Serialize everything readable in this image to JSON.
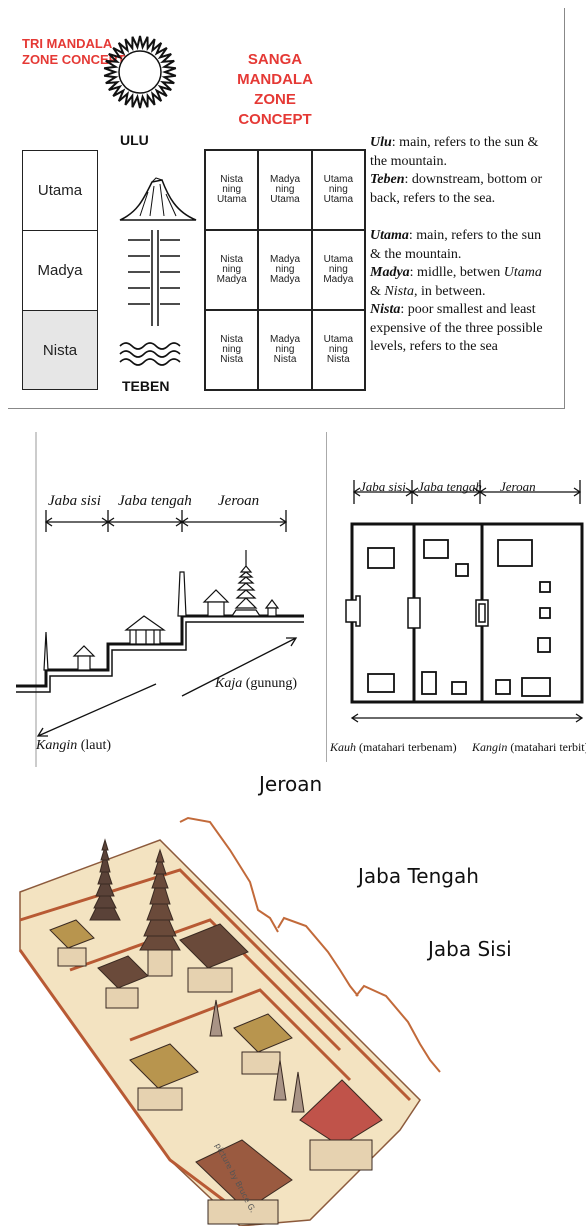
{
  "tri_mandala": {
    "title_line1": "TRI MANDALA",
    "title_line2": "ZONE CONCEPT",
    "zones": [
      "Utama",
      "Madya",
      "Nista"
    ],
    "ulu": "ULU",
    "teben": "TEBEN"
  },
  "sanga_mandala": {
    "title_line1": "SANGA MANDALA",
    "title_line2": "ZONE CONCEPT",
    "cells": [
      "Nista\nning\nUtama",
      "Madya\nning\nUtama",
      "Utama\nning\nUtama",
      "Nista\nning\nMadya",
      "Madya\nning\nMadya",
      "Utama\nning\nMadya",
      "Nista\nning\nNista",
      "Madya\nning\nNista",
      "Utama\nning\nNista"
    ]
  },
  "legend": {
    "ulu_term": "Ulu",
    "ulu_desc": ": main, refers to the sun &",
    "ulu_desc2": "the mountain.",
    "teben_term": "Teben",
    "teben_desc": ": downstream, bottom or",
    "teben_desc2": "back, refers to the sea.",
    "utama_term": "Utama",
    "utama_desc": ": main, refers to the sun",
    "utama_desc2": "& the mountain.",
    "madya_term": "Madya",
    "madya_desc": ": midlle, betwen ",
    "madya_utama": "Utama",
    "madya_amp": "& ",
    "madya_nista": "Nista",
    "madya_desc2": ", in between.",
    "nista_term": "Nista",
    "nista_desc": ": poor smallest and least",
    "nista_desc2": "expensive of the three possible",
    "nista_desc3": "levels, refers to the sea"
  },
  "section": {
    "jaba_sisi": "Jaba sisi",
    "jaba_tengah": "Jaba tengah",
    "jeroan": "Jeroan",
    "kaja": "Kaja",
    "kaja_note": " (gunung)",
    "kangin": "Kangin",
    "kangin_note": " (laut)"
  },
  "plan": {
    "jaba_sisi": "Jaba sisi",
    "jaba_tengah": "Jaba tengah",
    "jeroan": "Jeroan",
    "kauh": "Kauh",
    "kauh_note": " (matahari terbenam)",
    "kangin": "Kangin",
    "kangin_note": " (matahari terbit)"
  },
  "temple": {
    "jeroan": "Jeroan",
    "jaba_tengah": "Jaba Tengah",
    "jaba_sisi": "Jaba Sisi",
    "credit": "picture by Bruce G."
  }
}
